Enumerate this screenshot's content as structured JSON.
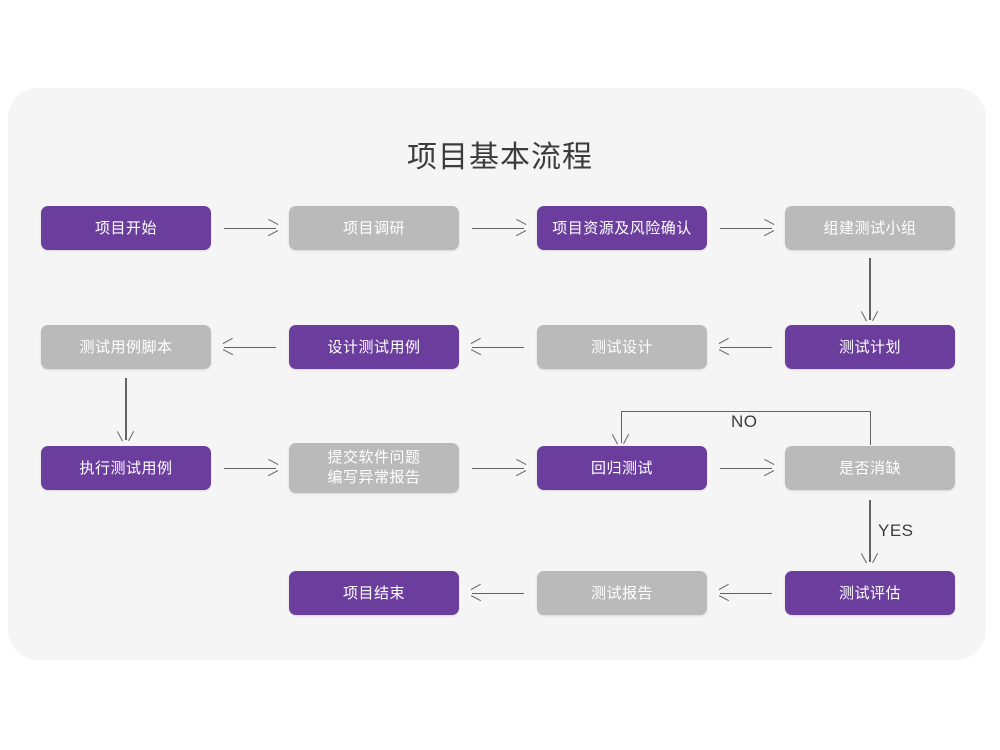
{
  "title": "项目基本流程",
  "colors": {
    "purple": "#6b3e9e",
    "gray": "#bababa",
    "panel_background": "#f5f5f5",
    "page_background": "#ffffff",
    "arrow": "#636363",
    "title_text": "#3c3c3c"
  },
  "nodes": {
    "project_start": {
      "label": "项目开始",
      "style": "purple"
    },
    "project_research": {
      "label": "项目调研",
      "style": "gray"
    },
    "resource_risk": {
      "label": "项目资源及风险确认",
      "style": "purple"
    },
    "build_test_team": {
      "label": "组建测试小组",
      "style": "gray"
    },
    "test_case_script": {
      "label": "测试用例脚本",
      "style": "gray"
    },
    "design_test_case": {
      "label": "设计测试用例",
      "style": "purple"
    },
    "test_design": {
      "label": "测试设计",
      "style": "gray"
    },
    "test_plan": {
      "label": "测试计划",
      "style": "purple"
    },
    "execute_test_case": {
      "label": "执行测试用例",
      "style": "purple"
    },
    "submit_issue_line1": {
      "label": "提交软件问题",
      "style": "gray"
    },
    "submit_issue_line2": {
      "label": "编写异常报告",
      "style": "gray"
    },
    "regression_test": {
      "label": "回归测试",
      "style": "purple"
    },
    "defect_cleared": {
      "label": "是否消缺",
      "style": "gray"
    },
    "test_evaluation": {
      "label": "测试评估",
      "style": "purple"
    },
    "test_report": {
      "label": "测试报告",
      "style": "gray"
    },
    "project_end": {
      "label": "项目结束",
      "style": "purple"
    }
  },
  "edge_labels": {
    "no": "NO",
    "yes": "YES"
  }
}
